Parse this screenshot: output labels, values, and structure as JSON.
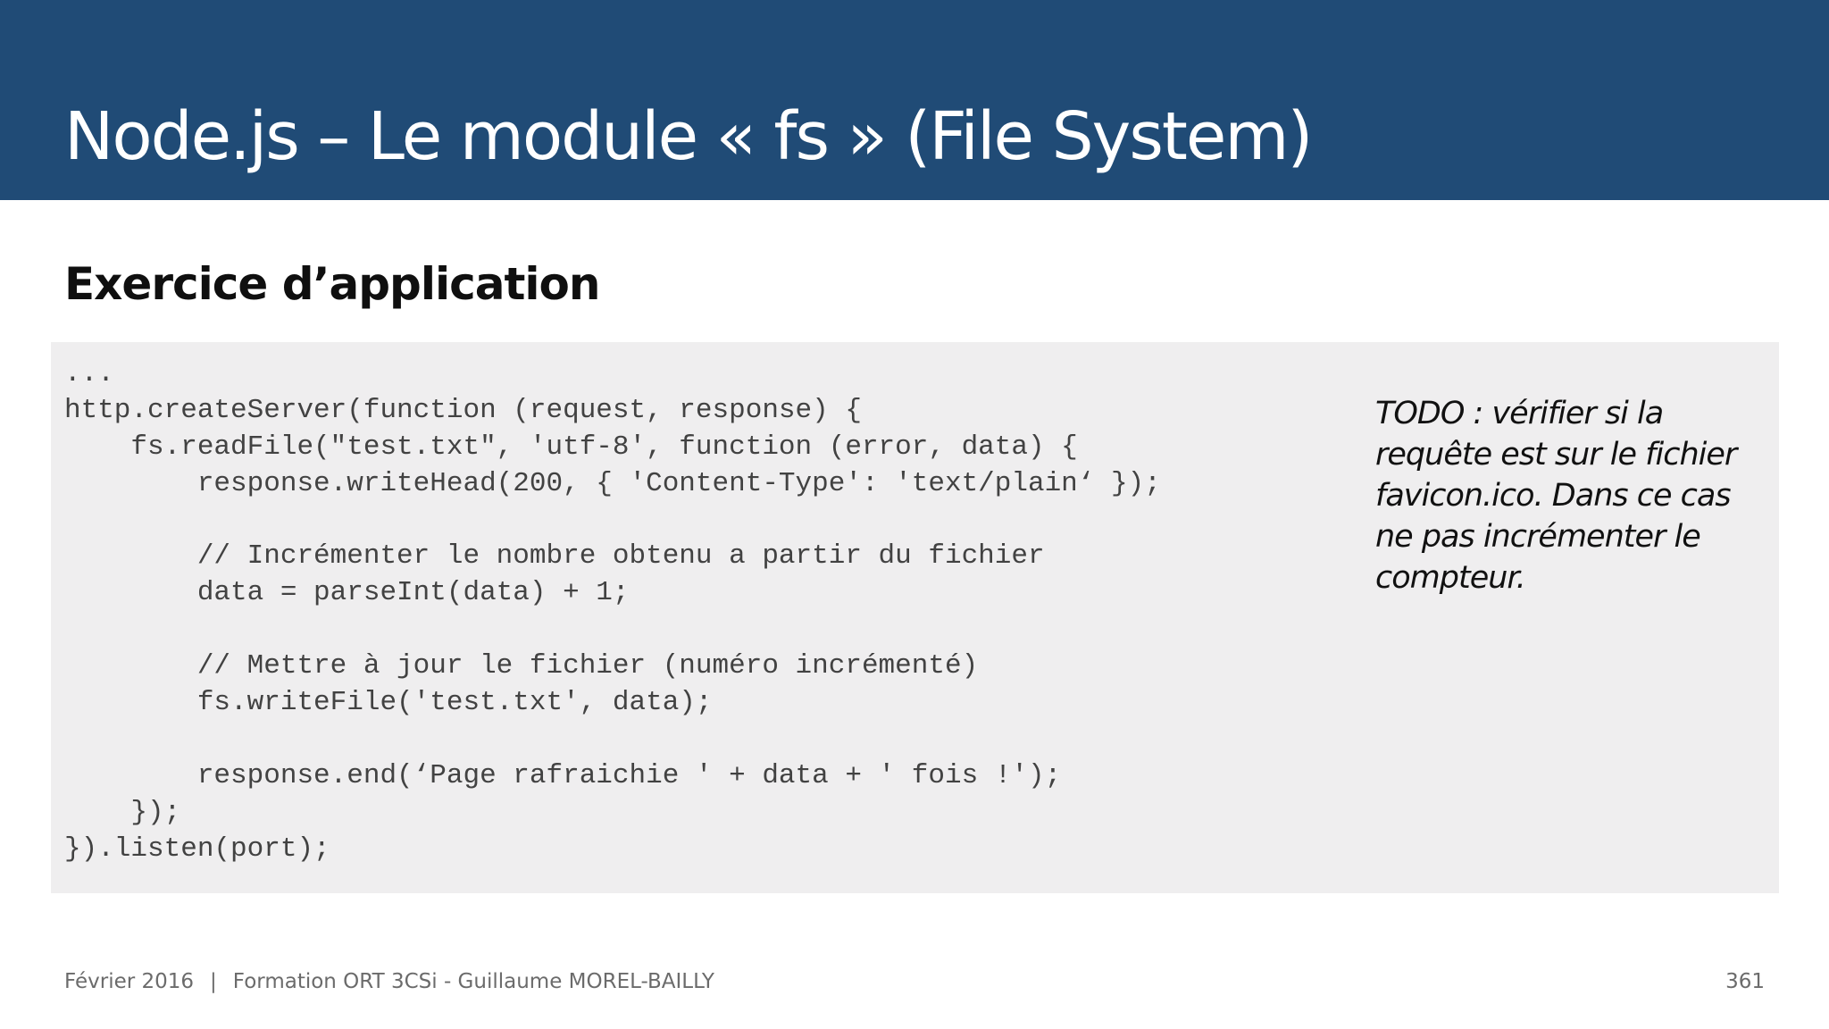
{
  "slide": {
    "title": "Node.js – Le module « fs » (File System)",
    "subtitle": "Exercice d’application",
    "code_lines": [
      "...",
      "http.createServer(function (request, response) {",
      "    fs.readFile(\"test.txt\", 'utf-8', function (error, data) {",
      "        response.writeHead(200, { 'Content-Type': 'text/plain‘ });",
      "",
      "        // Incrémenter le nombre obtenu a partir du fichier",
      "        data = parseInt(data) + 1;",
      "",
      "        // Mettre à jour le fichier (numéro incrémenté)",
      "        fs.writeFile('test.txt', data);",
      "",
      "        response.end(‘Page rafraichie ' + data + ' fois !');",
      "    });",
      "}).listen(port);"
    ],
    "todo_note": "TODO : vérifier si la requête est sur le fichier favicon.ico. Dans ce cas ne pas incrémenter le compteur."
  },
  "footer": {
    "date": "Février 2016",
    "separator": "|",
    "credit": "Formation ORT 3CSi - Guillaume MOREL-BAILLY",
    "page_number": "361"
  },
  "colors": {
    "header_bg": "#204b76",
    "code_bg": "#efeeef",
    "code_text": "#424242",
    "footer_text": "#6b6b6b"
  }
}
